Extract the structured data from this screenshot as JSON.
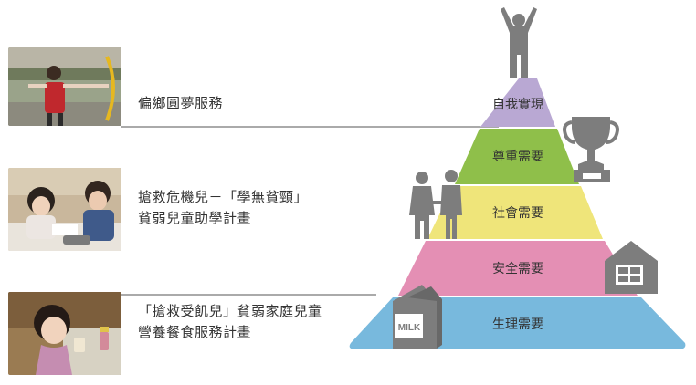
{
  "programs": [
    {
      "lines": [
        "偏鄉圓夢服務"
      ]
    },
    {
      "lines": [
        "搶救危機兒－「學無貧頸」",
        "貧弱兒童助學計畫"
      ]
    },
    {
      "lines": [
        "「搶救受飢兒」貧弱家庭兒童",
        "營養餐食服務計畫"
      ]
    }
  ],
  "pyramid": {
    "levels": [
      {
        "label": "自我實現",
        "color": "#b9a8d3"
      },
      {
        "label": "尊重需要",
        "color": "#8fbf4a"
      },
      {
        "label": "社會需要",
        "color": "#efe57a"
      },
      {
        "label": "安全需要",
        "color": "#e48fb4"
      },
      {
        "label": "生理需要",
        "color": "#78b9dd"
      }
    ],
    "milk_text": "MILK",
    "icon_color": "#7d7d7d"
  }
}
